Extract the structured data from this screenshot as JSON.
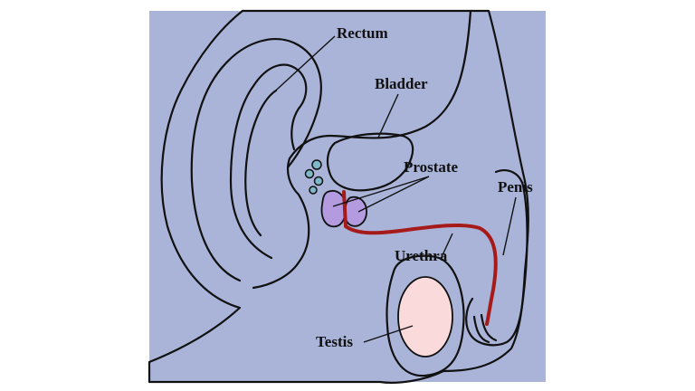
{
  "labels": {
    "rectum": "Rectum",
    "bladder": "Bladder",
    "prostate": "Prostate",
    "penis": "Penis",
    "urethra": "Urethra",
    "testis": "Testis"
  },
  "colors": {
    "background": "#a9b4d8",
    "body": "#ffffff",
    "bladder": "#fdeba7",
    "prostate": "#b49be0",
    "urethra": "#a61a1a",
    "testis": "#fadadb",
    "glands": "#7fb9c9"
  }
}
